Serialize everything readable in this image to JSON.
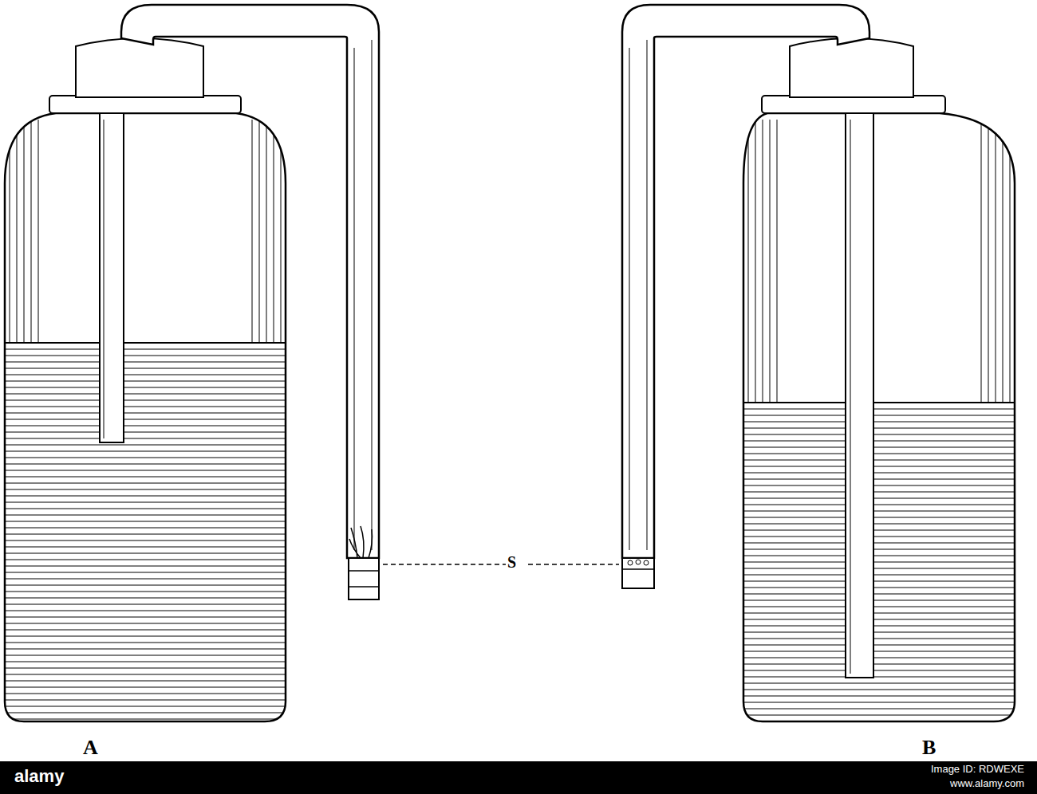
{
  "diagram": {
    "labels": [
      "S",
      "A",
      "B",
      "alamy",
      "Image ID: RDWEXE",
      "www.alamy.com"
    ]
  }
}
